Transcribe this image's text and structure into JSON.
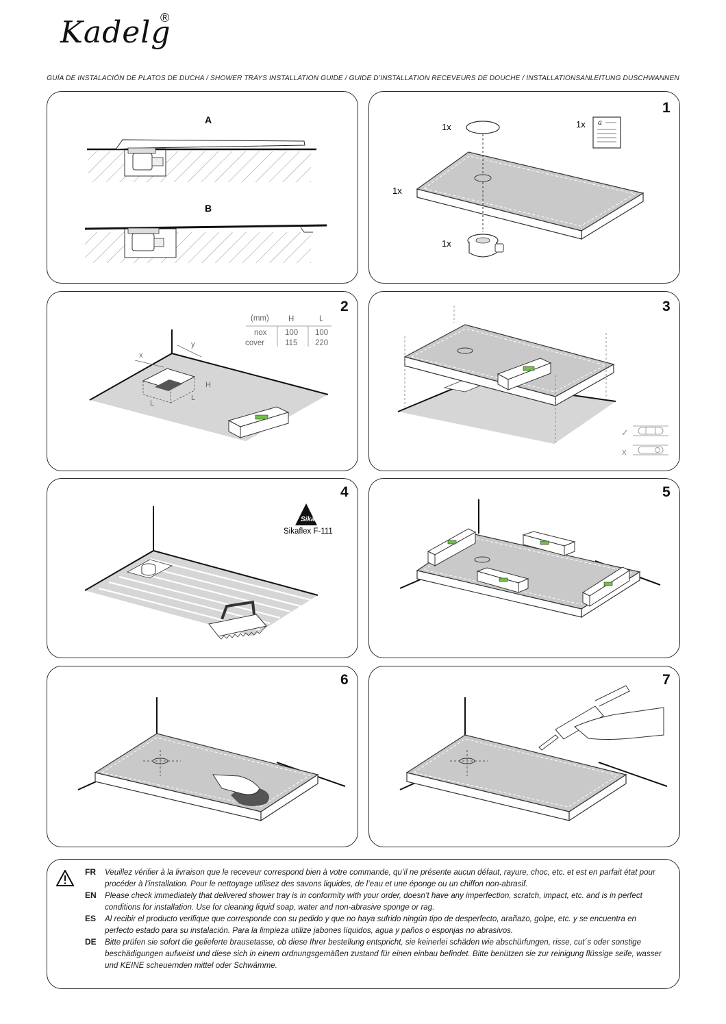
{
  "brand": {
    "name": "Kadelg",
    "registered_mark": "®"
  },
  "guide_title": "GUÍA DE INSTALACIÓN DE PLATOS DE DUCHA / SHOWER TRAYS INSTALLATION GUIDE  / GUIDE D’INSTALLATION RECEVEURS DE DOUCHE / INSTALLATIONSANLEITUNG DUSCHWANNEN",
  "panels": {
    "overview": {
      "label_a": "A",
      "label_b": "B"
    },
    "step1": {
      "number": "1",
      "qty_cover": "1x",
      "qty_manual": "1x",
      "qty_tray": "1x",
      "qty_drain": "1x"
    },
    "step2": {
      "number": "2",
      "table": {
        "unit": "(mm)",
        "col_h": "H",
        "col_l": "L",
        "rows": [
          {
            "name": "nox",
            "h": "100",
            "l": "100"
          },
          {
            "name": "cover",
            "h": "115",
            "l": "220"
          }
        ]
      },
      "dim_x": "x",
      "dim_y": "y",
      "dim_h": "H",
      "dim_l1": "L",
      "dim_l2": "L"
    },
    "step3": {
      "number": "3",
      "check_ok": "✓",
      "check_bad": "x"
    },
    "step4": {
      "number": "4",
      "brand_mark": "Sika",
      "product": "Sikaflex F-111"
    },
    "step5": {
      "number": "5"
    },
    "step6": {
      "number": "6"
    },
    "step7": {
      "number": "7"
    }
  },
  "notice": {
    "items": [
      {
        "code": "FR",
        "text": "Veuillez vérifier à la livraison que le receveur correspond bien à votre commande, qu’il ne présente aucun défaut, rayure, choc, etc. et est en parfait état pour procéder à l’installation. Pour le nettoyage utilisez des savons liquides, de l’eau et une éponge ou un chiffon non-abrasif."
      },
      {
        "code": "EN",
        "text": "Please check immediately that delivered shower tray is in conformity with your order, doesn’t have any imperfection, scratch, impact, etc. and is in perfect conditions for installation. Use for cleaning liquid soap, water and non-abrasive sponge or rag."
      },
      {
        "code": "ES",
        "text": "Al recibir el producto verifique que corresponde con su pedido y que no haya sufrido ningún tipo de desperfecto, arañazo, golpe, etc. y se encuentra en perfecto estado para su instalación. Para la limpieza utilize jabones líquidos, agua y paños o esponjas no abrasivos."
      },
      {
        "code": "DE",
        "text": "Bitte prüfen sie sofort die gelieferte brausetasse, ob diese Ihrer bestellung entspricht, sie keinerlei schäden wie abschürfungen, risse, cut´s oder sonstige beschädigungen aufweist und diese sich in einem ordnungsgemäßen zustand für einen einbau befindet. Bitte benützen sie zur reinigung flüssige seife, wasser und KEINE scheuernden mittel oder Schwämme."
      }
    ]
  },
  "colors": {
    "tray_fill": "#c9c9c9",
    "floor_fill": "#d6d6d6",
    "level_vial": "#6fbf4a",
    "outline": "#2a2a2a"
  }
}
